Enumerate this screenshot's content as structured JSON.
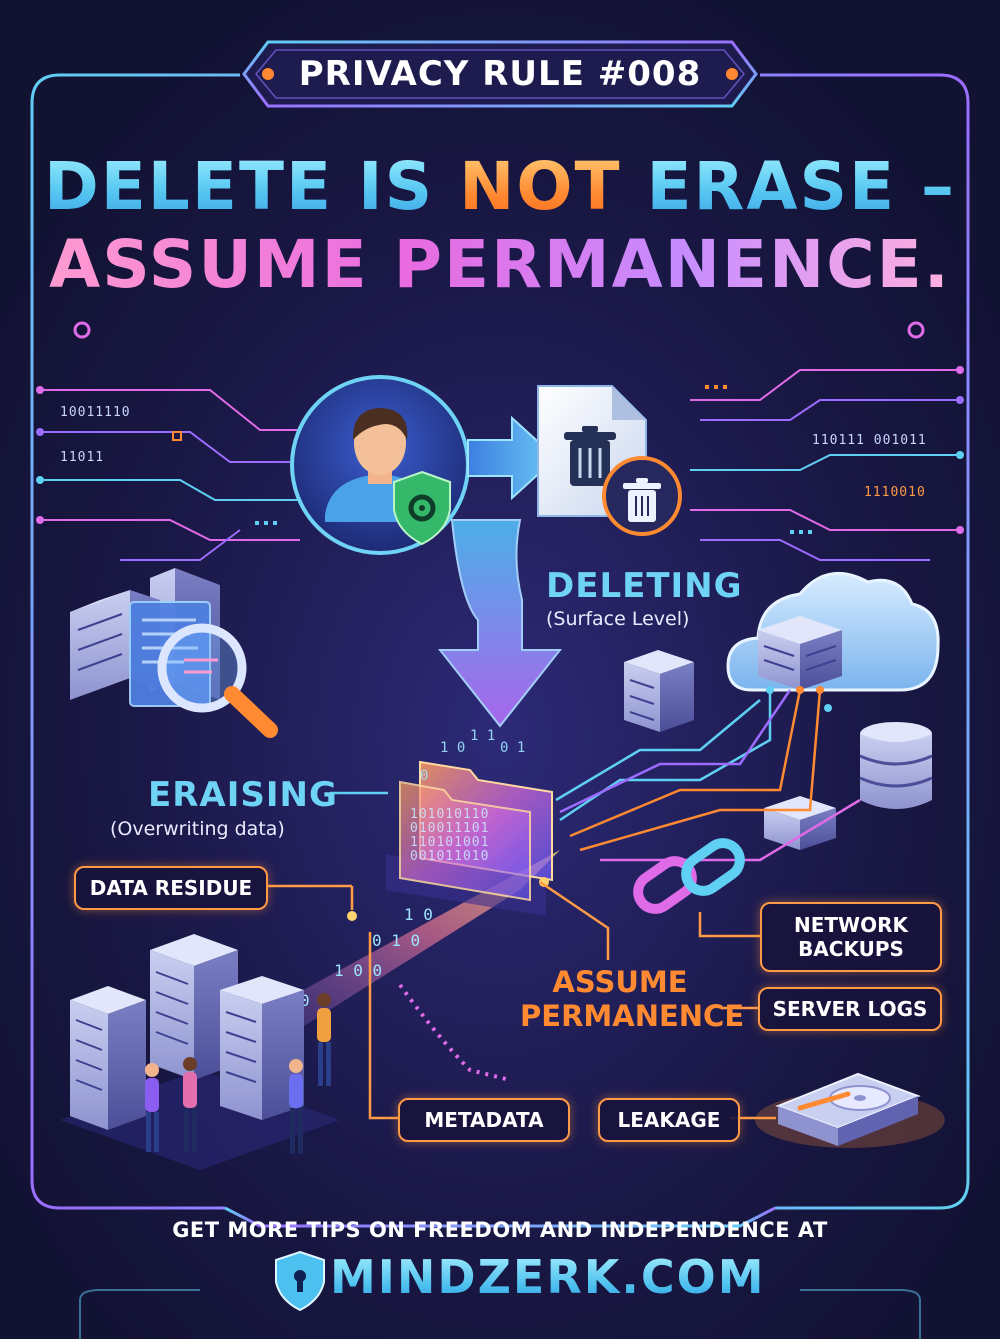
{
  "header": {
    "badge": "PRIVACY RULE #008",
    "headline_line1_part1": "DELETE IS ",
    "headline_line1_emphasis": "NOT",
    "headline_line1_part2": " ERASE –",
    "headline_line2": "ASSUME PERMANENCE."
  },
  "diagram": {
    "deleting_title": "DELETING",
    "deleting_subtitle": "(Surface Level)",
    "erasing_title": "ERAISING",
    "erasing_subtitle": "(Overwriting data)",
    "assume_line1": "ASSUME",
    "assume_line2": "PERMANENCE",
    "tags": {
      "data_residue": "DATA RESIDUE",
      "network_backups_line1": "NETWORK",
      "network_backups_line2": "BACKUPS",
      "server_logs": "SERVER LOGS",
      "metadata": "METADATA",
      "leakage": "LEAKAGE"
    },
    "binary": {
      "left_1": "10011110",
      "left_2": "11011",
      "right_1": "110111 001011",
      "right_2": "1110010"
    }
  },
  "footer": {
    "cta": "GET MORE TIPS ON FREEDOM AND INDEPENDENCE AT",
    "site": "MINDZERK.COM"
  },
  "colors": {
    "background": "#141437",
    "accent_cyan": "#5fd0f3",
    "accent_orange": "#ff8a32",
    "accent_pink": "#e86be0",
    "accent_purple": "#9b6cff"
  },
  "icons": [
    "user-avatar-icon",
    "shield-gear-icon",
    "file-trash-icon",
    "trash-icon",
    "magnifier-icon",
    "cloud-icon",
    "server-icon",
    "database-icon",
    "chain-link-icon",
    "hard-drive-icon",
    "lock-shield-icon"
  ]
}
